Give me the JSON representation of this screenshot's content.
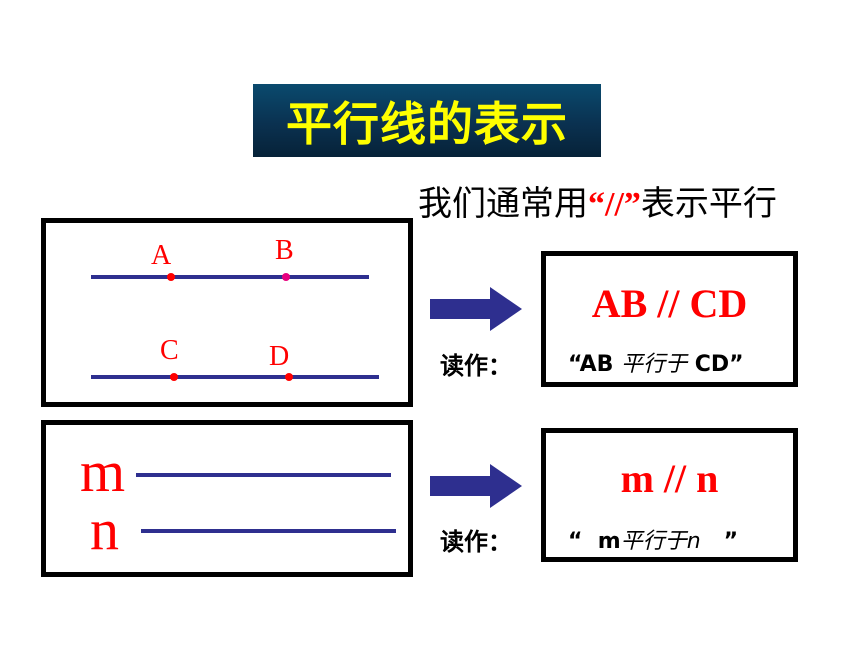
{
  "title": "平行线的表示",
  "intro": {
    "before": "我们通常用",
    "symbol": "“//”",
    "after": "表示平行"
  },
  "panel1": {
    "points": {
      "A": "A",
      "B": "B",
      "C": "C",
      "D": "D"
    },
    "read_label": "读作：",
    "formula": "AB // CD",
    "reading_open": "“AB ",
    "reading_mid": "平行于",
    "reading_close": " CD”"
  },
  "panel2": {
    "labels": {
      "m": "m",
      "n": "n"
    },
    "read_label": "读作：",
    "formula": "m // n",
    "reading_open": "“  m",
    "reading_mid": "平行于n",
    "reading_close": "   ”"
  },
  "colors": {
    "line": "#2e2f8f",
    "arrow": "#2e2f8f",
    "label": "#ff0000",
    "point_b": "#e6007e",
    "title_text": "#ffff00"
  }
}
